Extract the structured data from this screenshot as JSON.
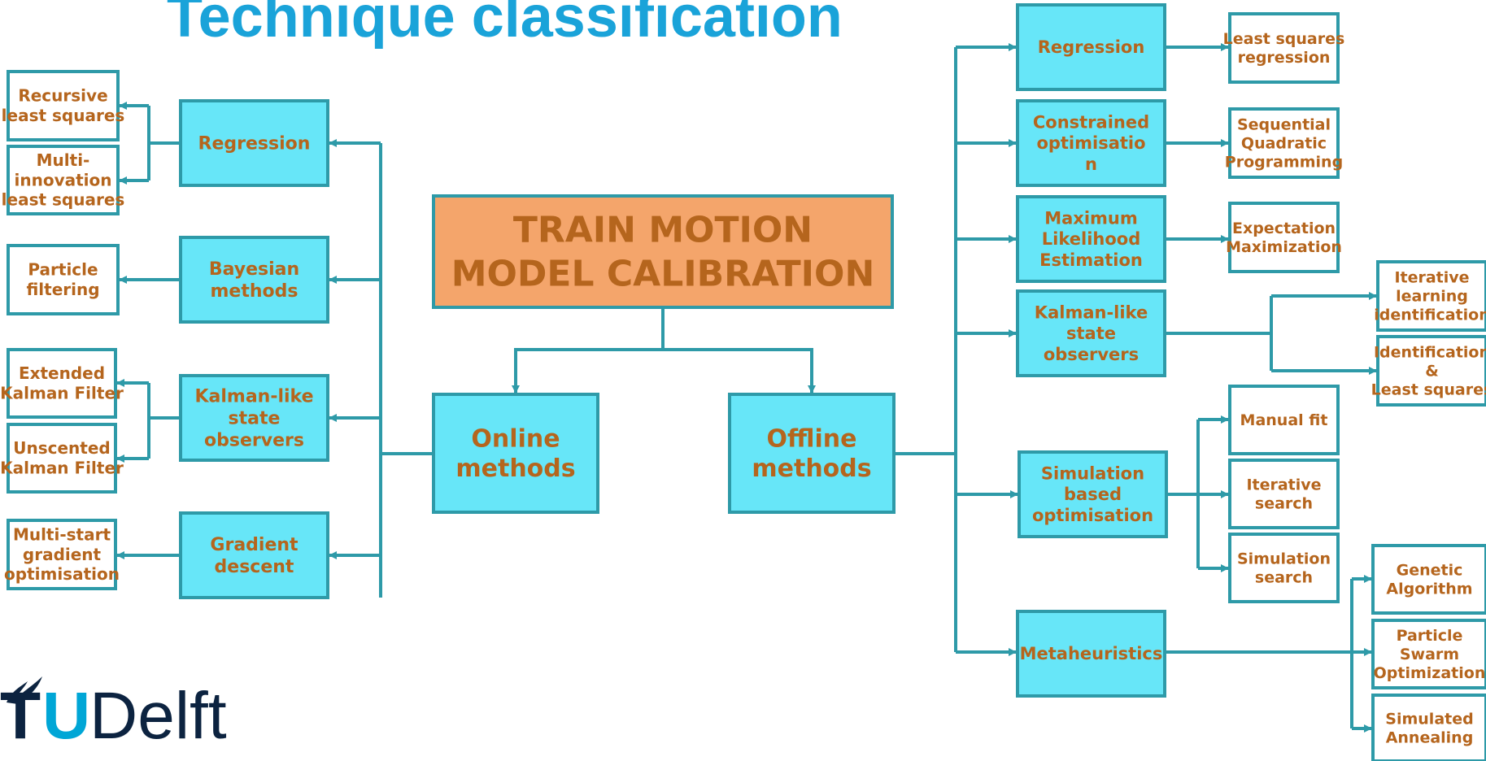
{
  "title": "Technique classification",
  "logo": {
    "text": "TUDelft",
    "letters": [
      "T",
      "U",
      "Delft"
    ]
  },
  "colors": {
    "box_fill": "#67e6f8",
    "box_border": "#2e9aa8",
    "root_fill": "#f4a56b",
    "root_border": "#2e9aa8",
    "text": "#b5651d",
    "connector": "#2e9aa8",
    "title": "#1aa3d9"
  },
  "nodes": [
    {
      "id": "root",
      "lines": [
        "TRAIN MOTION",
        "MODEL CALIBRATION"
      ],
      "variant": "root"
    },
    {
      "id": "online",
      "lines": [
        "Online",
        "methods"
      ],
      "variant": "major"
    },
    {
      "id": "offline",
      "lines": [
        "Offline",
        "methods"
      ],
      "variant": "major"
    },
    {
      "id": "on_regression",
      "lines": [
        "Regression"
      ]
    },
    {
      "id": "on_bayesian",
      "lines": [
        "Bayesian",
        "methods"
      ]
    },
    {
      "id": "on_kalman",
      "lines": [
        "Kalman-like",
        "state",
        "observers"
      ]
    },
    {
      "id": "on_gradient",
      "lines": [
        "Gradient",
        "descent"
      ]
    },
    {
      "id": "rls",
      "lines": [
        "Recursive",
        "least squares"
      ]
    },
    {
      "id": "mils",
      "lines": [
        "Multi-",
        "innovation",
        "least squares"
      ]
    },
    {
      "id": "particle_filtering",
      "lines": [
        "Particle",
        "filtering"
      ]
    },
    {
      "id": "ekf",
      "lines": [
        "Extended",
        "Kalman Filter"
      ]
    },
    {
      "id": "ukf",
      "lines": [
        "Unscented",
        "Kalman Filter"
      ]
    },
    {
      "id": "msgo",
      "lines": [
        "Multi-start",
        "gradient",
        "optimisation"
      ]
    },
    {
      "id": "off_regression",
      "lines": [
        "Regression"
      ]
    },
    {
      "id": "off_constrained",
      "lines": [
        "Constrained",
        "optimisatio",
        "n"
      ]
    },
    {
      "id": "off_mle",
      "lines": [
        "Maximum",
        "Likelihood",
        "Estimation"
      ]
    },
    {
      "id": "off_kalman",
      "lines": [
        "Kalman-like",
        "state",
        "observers"
      ]
    },
    {
      "id": "off_simulation",
      "lines": [
        "Simulation",
        "based",
        "optimisation"
      ]
    },
    {
      "id": "off_meta",
      "lines": [
        "Metaheuristics"
      ]
    },
    {
      "id": "lsr",
      "lines": [
        "Least squares",
        "regression"
      ]
    },
    {
      "id": "sqp",
      "lines": [
        "Sequential",
        "Quadratic",
        "Programming"
      ]
    },
    {
      "id": "em",
      "lines": [
        "Expectation",
        "Maximization"
      ]
    },
    {
      "id": "ili",
      "lines": [
        "Iterative",
        "learning",
        "identification"
      ]
    },
    {
      "id": "idls",
      "lines": [
        "Identification",
        "&",
        "Least squares"
      ]
    },
    {
      "id": "manual_fit",
      "lines": [
        "Manual fit"
      ]
    },
    {
      "id": "iterative_search",
      "lines": [
        "Iterative",
        "search"
      ]
    },
    {
      "id": "simulation_search",
      "lines": [
        "Simulation",
        "search"
      ]
    },
    {
      "id": "ga",
      "lines": [
        "Genetic",
        "Algorithm"
      ]
    },
    {
      "id": "pso",
      "lines": [
        "Particle",
        "Swarm",
        "Optimization"
      ]
    },
    {
      "id": "sa",
      "lines": [
        "Simulated",
        "Annealing"
      ]
    }
  ],
  "edges": [
    [
      "root",
      "online"
    ],
    [
      "root",
      "offline"
    ],
    [
      "online",
      "on_regression"
    ],
    [
      "online",
      "on_bayesian"
    ],
    [
      "online",
      "on_kalman"
    ],
    [
      "online",
      "on_gradient"
    ],
    [
      "on_regression",
      "rls"
    ],
    [
      "on_regression",
      "mils"
    ],
    [
      "on_bayesian",
      "particle_filtering"
    ],
    [
      "on_kalman",
      "ekf"
    ],
    [
      "on_kalman",
      "ukf"
    ],
    [
      "on_gradient",
      "msgo"
    ],
    [
      "offline",
      "off_regression"
    ],
    [
      "offline",
      "off_constrained"
    ],
    [
      "offline",
      "off_mle"
    ],
    [
      "offline",
      "off_kalman"
    ],
    [
      "offline",
      "off_simulation"
    ],
    [
      "offline",
      "off_meta"
    ],
    [
      "off_regression",
      "lsr"
    ],
    [
      "off_constrained",
      "sqp"
    ],
    [
      "off_mle",
      "em"
    ],
    [
      "off_kalman",
      "ili"
    ],
    [
      "off_kalman",
      "idls"
    ],
    [
      "off_simulation",
      "manual_fit"
    ],
    [
      "off_simulation",
      "iterative_search"
    ],
    [
      "off_simulation",
      "simulation_search"
    ],
    [
      "off_meta",
      "ga"
    ],
    [
      "off_meta",
      "pso"
    ],
    [
      "off_meta",
      "sa"
    ]
  ]
}
